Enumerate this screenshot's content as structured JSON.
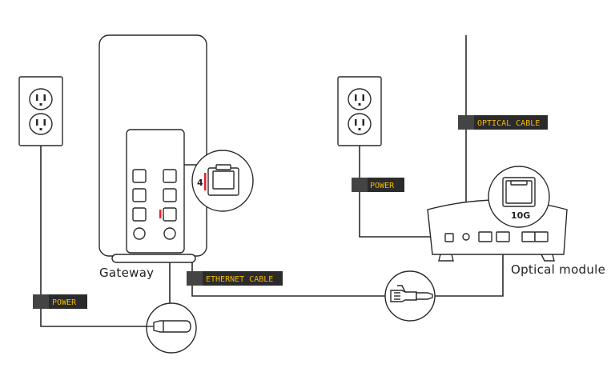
{
  "labels": {
    "gateway": "Gateway",
    "optical_module": "Optical module",
    "power_left": "POWER",
    "power_right": "POWER",
    "ethernet_cable": "ETHERNET CABLE",
    "optical_cable": "OPTICAL CABLE",
    "gateway_port_number": "4",
    "optical_port_speed": "10G"
  },
  "colors": {
    "tag_background": "#2b2b2b",
    "tag_text": "#f2b800",
    "line": "#2a2a2a",
    "port_highlight": "#e0242b"
  }
}
